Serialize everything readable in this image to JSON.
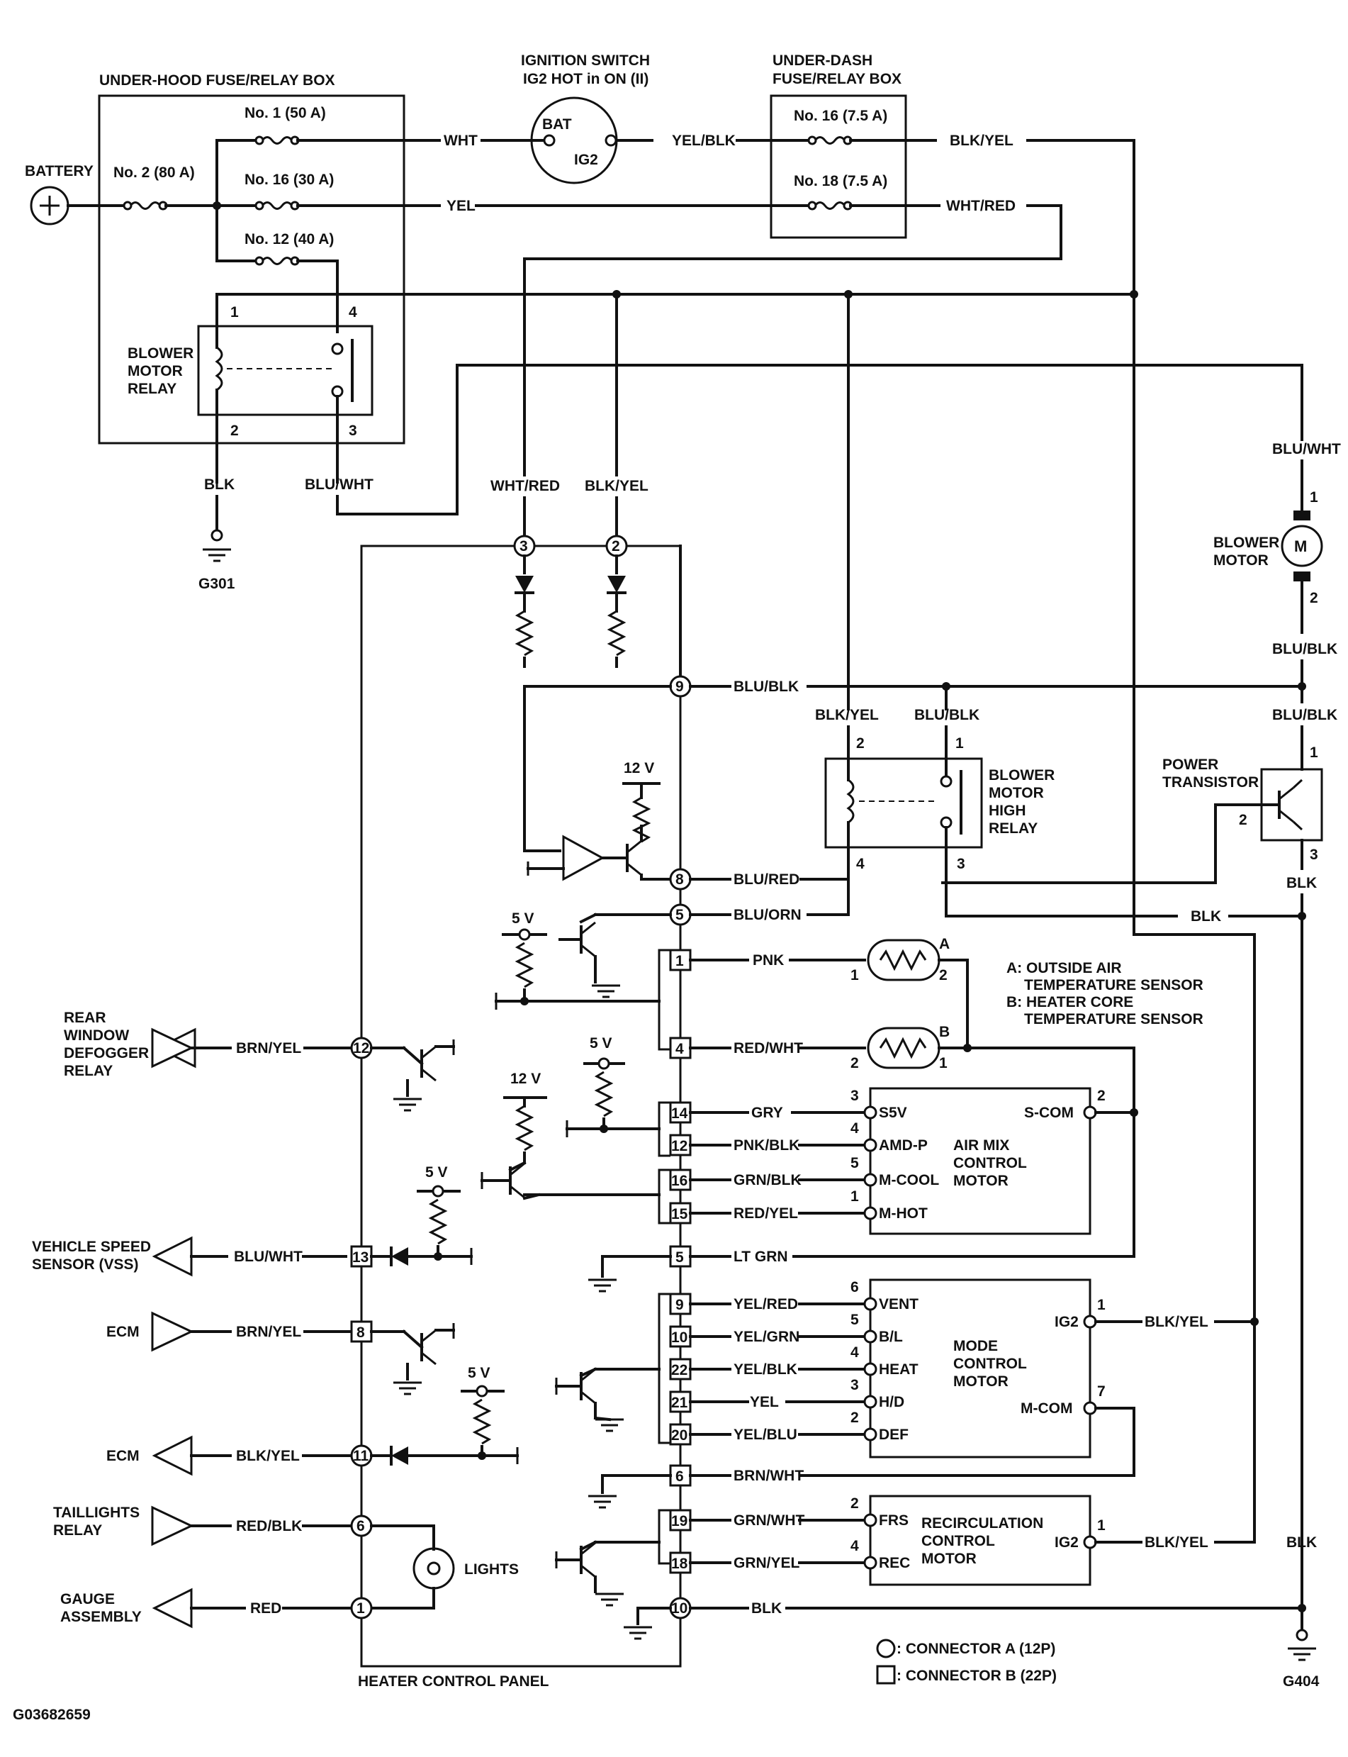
{
  "labels": {
    "under_hood_box": "UNDER-HOOD FUSE/RELAY BOX",
    "ignition_1": "IGNITION SWITCH",
    "ignition_2": "IG2 HOT in ON (II)",
    "under_dash_1": "UNDER-DASH",
    "under_dash_2": "FUSE/RELAY BOX",
    "battery": "BATTERY",
    "bat": "BAT",
    "ig2": "IG2",
    "fuse_no1": "No. 1 (50 A)",
    "fuse_no2": "No. 2 (80 A)",
    "fuse_no16_30": "No. 16 (30 A)",
    "fuse_no12": "No. 12 (40 A)",
    "fuse_no16_75": "No. 16 (7.5 A)",
    "fuse_no18": "No. 18 (7.5 A)",
    "blower_relay_1": "BLOWER",
    "blower_relay_2": "MOTOR",
    "blower_relay_3": "RELAY",
    "blower_motor_1": "BLOWER",
    "blower_motor_2": "MOTOR",
    "motor_m": "M",
    "high_relay_1": "BLOWER",
    "high_relay_2": "MOTOR",
    "high_relay_3": "HIGH",
    "high_relay_4": "RELAY",
    "power_transistor_1": "POWER",
    "power_transistor_2": "TRANSISTOR",
    "g301": "G301",
    "g404": "G404",
    "v12_a": "12 V",
    "v12_b": "12 V",
    "v5_a": "5 V",
    "v5_b": "5 V",
    "v5_c": "5 V",
    "v5_d": "5 V",
    "sensor_a": "A",
    "sensor_b": "B",
    "legend_a_1": "A: OUTSIDE AIR",
    "legend_a_2": "TEMPERATURE SENSOR",
    "legend_b_1": "B: HEATER CORE",
    "legend_b_2": "TEMPERATURE SENSOR",
    "air_mix_1": "AIR MIX",
    "air_mix_2": "CONTROL",
    "air_mix_3": "MOTOR",
    "mode_1": "MODE",
    "mode_2": "CONTROL",
    "mode_3": "MOTOR",
    "recirc_1": "RECIRCULATION",
    "recirc_2": "CONTROL",
    "recirc_3": "MOTOR",
    "s5v": "S5V",
    "amd_p": "AMD-P",
    "m_cool": "M-COOL",
    "m_hot": "M-HOT",
    "s_com": "S-COM",
    "vent": "VENT",
    "b_l": "B/L",
    "heat": "HEAT",
    "h_d": "H/D",
    "def": "DEF",
    "ig2_mode": "IG2",
    "m_com": "M-COM",
    "frs": "FRS",
    "rec": "REC",
    "ig2_recirc": "IG2",
    "rear_def_1": "REAR",
    "rear_def_2": "WINDOW",
    "rear_def_3": "DEFOGGER",
    "rear_def_4": "RELAY",
    "vss_1": "VEHICLE SPEED",
    "vss_2": "SENSOR (VSS)",
    "ecm_1": "ECM",
    "ecm_2": "ECM",
    "taillights_1": "TAILLIGHTS",
    "taillights_2": "RELAY",
    "gauge_1": "GAUGE",
    "gauge_2": "ASSEMBLY",
    "lights": "LIGHTS",
    "heater_panel": "HEATER CONTROL PANEL",
    "connector_a": ": CONNECTOR A (12P)",
    "connector_b": ": CONNECTOR B (22P)",
    "figure_id": "G03682659"
  },
  "wires": {
    "wht": "WHT",
    "yel": "YEL",
    "yel_blk": "YEL/BLK",
    "blk_yel_top": "BLK/YEL",
    "wht_red_top": "WHT/RED",
    "blk_g301": "BLK",
    "blu_wht_relay": "BLU/WHT",
    "wht_red_down": "WHT/RED",
    "blk_yel_down": "BLK/YEL",
    "blu_wht_motor": "BLU/WHT",
    "blu_blk_motor": "BLU/BLK",
    "blu_blk_9": "BLU/BLK",
    "blk_yel_high": "BLK/YEL",
    "blu_blk_high": "BLU/BLK",
    "blu_blk_pt": "BLU/BLK",
    "blu_red_8": "BLU/RED",
    "blu_orn_5": "BLU/ORN",
    "blk_pt": "BLK",
    "blk_relay": "BLK",
    "pnk": "PNK",
    "red_wht": "RED/WHT",
    "gry": "GRY",
    "pnk_blk": "PNK/BLK",
    "grn_blk": "GRN/BLK",
    "red_yel": "RED/YEL",
    "lt_grn": "LT GRN",
    "yel_red": "YEL/RED",
    "yel_grn": "YEL/GRN",
    "yel_blk_mode": "YEL/BLK",
    "yel_mode": "YEL",
    "yel_blu": "YEL/BLU",
    "brn_wht": "BRN/WHT",
    "grn_wht": "GRN/WHT",
    "grn_yel": "GRN/YEL",
    "blk_10": "BLK",
    "blk_yel_mode": "BLK/YEL",
    "blk_yel_recirc": "BLK/YEL",
    "blk_ground": "BLK",
    "brn_yel_12": "BRN/YEL",
    "blu_wht_13": "BLU/WHT",
    "brn_yel_8": "BRN/YEL",
    "blk_yel_11": "BLK/YEL",
    "red_blk_6": "RED/BLK",
    "red_1": "RED"
  },
  "pins": {
    "r1": "1",
    "r2": "2",
    "r3": "3",
    "r4": "4",
    "hr1": "1",
    "hr2": "2",
    "hr3": "3",
    "hr4": "4",
    "m1": "1",
    "m2": "2",
    "pt1": "1",
    "pt2": "2",
    "pt3": "3",
    "sa1": "1",
    "sa2": "2",
    "sb1": "1",
    "sb2": "2",
    "am3": "3",
    "am4": "4",
    "am5": "5",
    "am1": "1",
    "am2": "2",
    "md6": "6",
    "md5": "5",
    "md4": "4",
    "md3": "3",
    "md2": "2",
    "md1": "1",
    "md7": "7",
    "rc2": "2",
    "rc4": "4",
    "rc1": "1",
    "c3": "3",
    "c2": "2",
    "c9": "9",
    "c8": "8",
    "c5": "5",
    "b1": "1",
    "b4": "4",
    "b14": "14",
    "b12": "12",
    "b16": "16",
    "b15": "15",
    "b5": "5",
    "b9": "9",
    "b10": "10",
    "b22": "22",
    "b21": "21",
    "b20": "20",
    "b6": "6",
    "b19": "19",
    "b18": "18",
    "c10": "10",
    "c12": "12",
    "b13": "13",
    "b8": "8",
    "c11": "11",
    "c6": "6",
    "c1": "1"
  }
}
